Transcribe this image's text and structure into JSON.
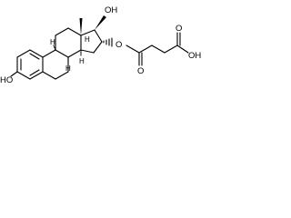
{
  "molecule": {
    "labels": {
      "phenol_oh": "HO",
      "c17_oh": "OH",
      "c16_o": "O",
      "ester_carbonyl_o": "O",
      "acid_carbonyl_o": "O",
      "acid_oh": "OH",
      "h_c8": "H",
      "h_c9": "H",
      "h_c14": "H",
      "h_c13_abs": "H"
    },
    "colors": {
      "ink": "#000000",
      "background": "#ffffff"
    }
  }
}
